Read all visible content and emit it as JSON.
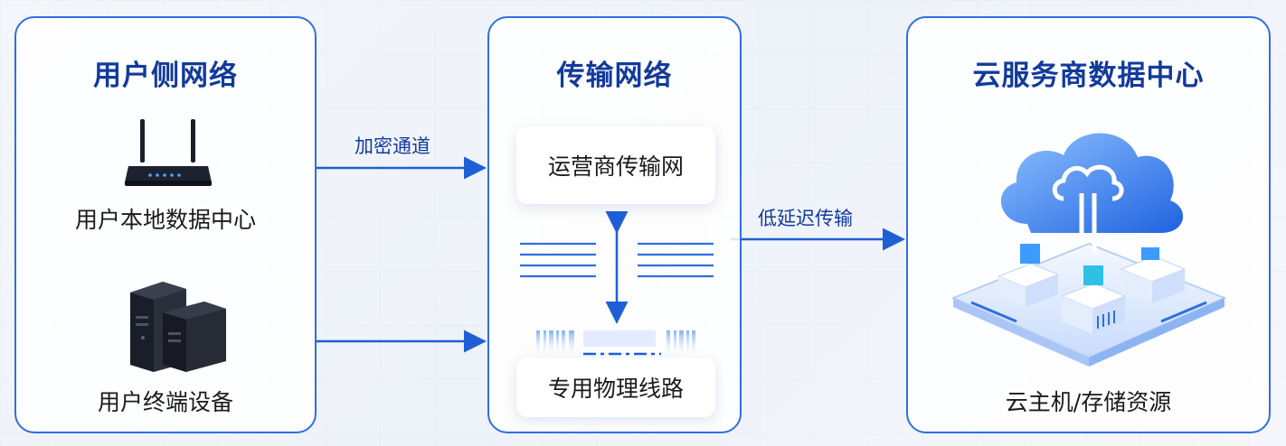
{
  "left_panel": {
    "title": "用户侧网络",
    "router_label": "用户本地数据中心",
    "device_label": "用户终端设备"
  },
  "middle_panel": {
    "title": "传输网络",
    "top_card": "运营商传输网",
    "bottom_card": "专用物理线路"
  },
  "right_panel": {
    "title": "云服务商数据中心",
    "cloud_label": "云主机/存储资源"
  },
  "edges": {
    "encrypted": "加密通道",
    "low_latency": "低延迟传输"
  },
  "colors": {
    "accent": "#2f6fe0",
    "title": "#123a9c",
    "arrow": "#1e5fd6"
  },
  "icons": {
    "router": "router-icon",
    "device": "edge-device-icon",
    "cloud": "cloud-datacenter-icon"
  }
}
